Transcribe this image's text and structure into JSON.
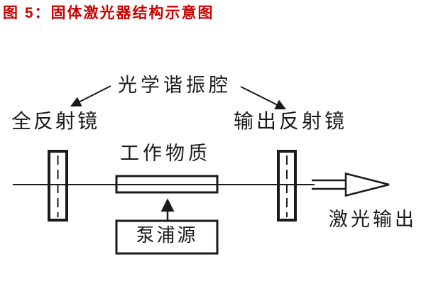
{
  "figure": {
    "title": "图 5：固体激光器结构示意图"
  },
  "diagram": {
    "cavity_label": "光学谐振腔",
    "left_mirror_label": "全反射镜",
    "right_mirror_label": "输出反射镜",
    "gain_medium_label": "工作物质",
    "pump_source_label": "泵浦源",
    "output_label": "激光输出"
  },
  "icons": {
    "pointer_arrows": "arrow-pointer",
    "output_arrow": "hollow-right-arrow"
  },
  "colors": {
    "title": "#cc0000",
    "line": "#1a1a1a",
    "background": "#ffffff"
  }
}
